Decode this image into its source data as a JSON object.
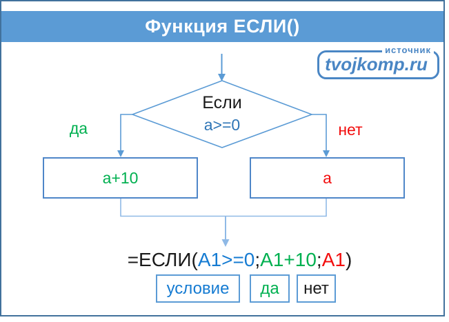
{
  "colors": {
    "frame_border": "#41719C",
    "header_bg": "#5B9BD5",
    "shape_stroke": "#5B9BD5",
    "box_stroke": "#4E86C8",
    "connector_light": "#8FB9E6",
    "white": "#FFFFFF",
    "green": "#00B050",
    "red": "#F20D0D",
    "formula_blue": "#157BD2",
    "condition_blue": "#2E75B6",
    "watermark_blue": "#4A86C4",
    "black": "#1A1A1A"
  },
  "header": {
    "title": "Функция ЕСЛИ()"
  },
  "watermark": {
    "label": "источник",
    "site": "tvojkomp.ru"
  },
  "flowchart": {
    "condition": {
      "line1": "Если",
      "line2": "a>=0"
    },
    "yes_label": "да",
    "no_label": "нет",
    "yes_box": "a+10",
    "no_box": "a"
  },
  "formula": {
    "parts": [
      {
        "text": "=ЕСЛИ("
      },
      {
        "text": "A1>=0"
      },
      {
        "text": ";"
      },
      {
        "text": "A1+10"
      },
      {
        "text": ";"
      },
      {
        "text": "A1"
      },
      {
        "text": ")"
      }
    ]
  },
  "legend": {
    "items": [
      {
        "label": "условие"
      },
      {
        "label": "да"
      },
      {
        "label": "нет"
      }
    ]
  }
}
